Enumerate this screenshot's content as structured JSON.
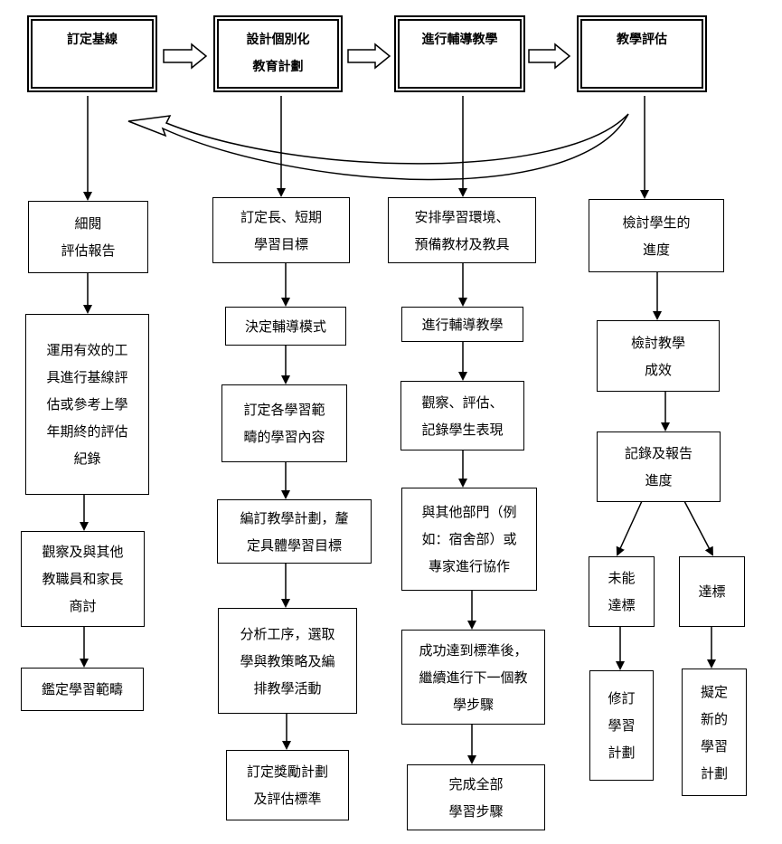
{
  "headers": [
    {
      "text": "訂定基線"
    },
    {
      "text": "設計個別化\n教育計劃"
    },
    {
      "text": "進行輔導教學"
    },
    {
      "text": "教學評估"
    }
  ],
  "col1": [
    {
      "text": "細閱\n評估報告"
    },
    {
      "text": "運用有效的工\n具進行基線評\n估或參考上學\n年期終的評估\n紀錄"
    },
    {
      "text": "觀察及與其他\n教職員和家長\n商討"
    },
    {
      "text": "鑑定學習範疇"
    }
  ],
  "col2": [
    {
      "text": "訂定長、短期\n學習目標"
    },
    {
      "text": "決定輔導模式"
    },
    {
      "text": "訂定各學習範\n疇的學習內容"
    },
    {
      "text": "編訂教學計劃，釐\n定具體學習目標"
    },
    {
      "text": "分析工序，選取\n學與教策略及編\n排教學活動"
    },
    {
      "text": "訂定獎勵計劃\n及評估標準"
    }
  ],
  "col3": [
    {
      "text": "安排學習環境、\n預備教材及教具"
    },
    {
      "text": "進行輔導教學"
    },
    {
      "text": "觀察、評估、\n記錄學生表現"
    },
    {
      "text": "與其他部門（例\n如：宿舍部）或\n專家進行協作"
    },
    {
      "text": "成功達到標準後，\n繼續進行下一個教\n學步驟"
    },
    {
      "text": "完成全部\n學習步驟"
    }
  ],
  "col4": [
    {
      "text": "檢討學生的\n進度"
    },
    {
      "text": "檢討教學\n成效"
    },
    {
      "text": "記錄及報告\n進度"
    }
  ],
  "branches": [
    {
      "text": "未能\n達標"
    },
    {
      "text": "達標"
    }
  ],
  "outcomes": [
    {
      "text": "修訂\n學習\n計劃"
    },
    {
      "text": "擬定\n新的\n學習\n計劃"
    }
  ]
}
